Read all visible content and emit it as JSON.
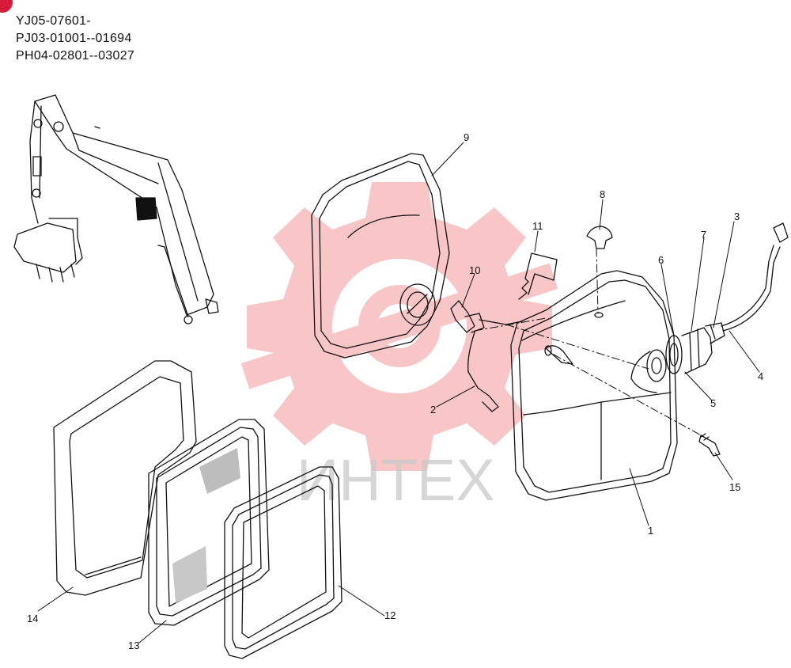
{
  "header": {
    "codes": [
      "YJ05-07601-",
      "PJ03-01001--01694",
      "PH04-02801--03027"
    ]
  },
  "watermark": {
    "text": "ИНТЕХ",
    "color": "#f4a6a6"
  },
  "colors": {
    "line": "#111111",
    "watermark_gear": "#f6b3b3",
    "corner_mark": "#d81b3a"
  },
  "callouts": [
    "1",
    "2",
    "3",
    "4",
    "5",
    "6",
    "7",
    "8",
    "9",
    "10",
    "11",
    "12",
    "13",
    "14",
    "15"
  ]
}
